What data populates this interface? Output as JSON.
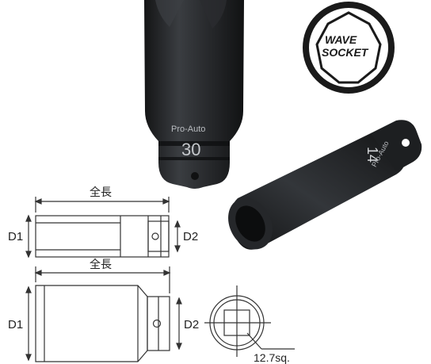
{
  "colors": {
    "socket_dark": "#1c1d1f",
    "socket_mid": "#2e3033",
    "socket_highlight": "#55595e",
    "line": "#333333",
    "badge_ring": "#1a1a1a"
  },
  "socket_large": {
    "brand": "Pro-Auto",
    "size": "30"
  },
  "socket_small": {
    "brand": "Pro-Auto",
    "size": "14"
  },
  "badge": {
    "line1": "WAVE",
    "line2": "SOCKET"
  },
  "diagram_short": {
    "length_label": "全長",
    "d1": "D1",
    "d2": "D2"
  },
  "diagram_long": {
    "length_label": "全長",
    "d1": "D1",
    "d2": "D2"
  },
  "end_view": {
    "drive": "12.7sq."
  }
}
